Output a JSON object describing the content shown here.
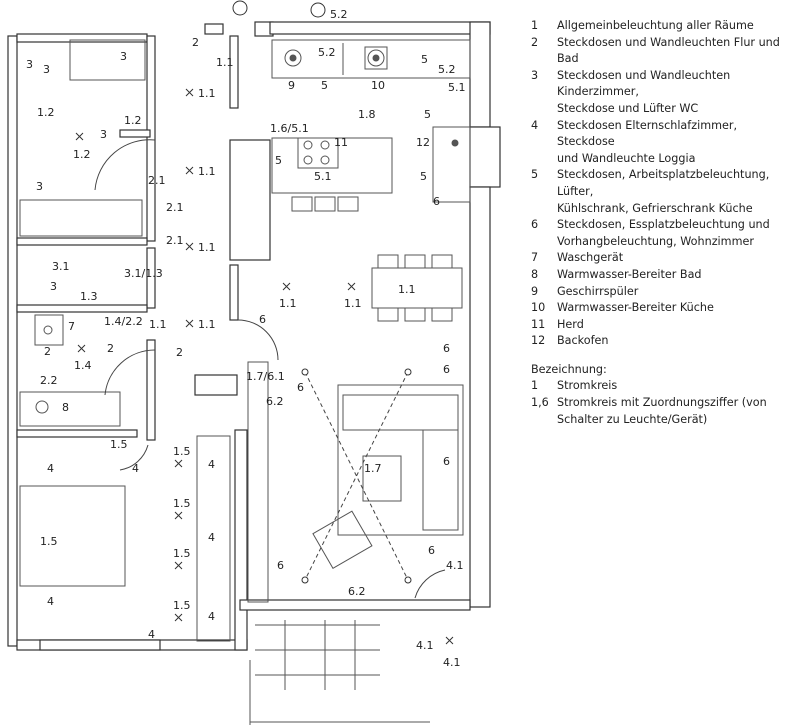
{
  "legend": {
    "items": [
      {
        "num": "1",
        "text": "Allgemeinbeleuchtung aller Räume"
      },
      {
        "num": "2",
        "text": "Steckdosen und Wandleuchten Flur und Bad"
      },
      {
        "num": "3",
        "text": "Steckdosen und Wandleuchten",
        "more": [
          "Kinderzimmer,",
          "Steckdose und Lüfter WC"
        ]
      },
      {
        "num": "4",
        "text": "Steckdosen Elternschlafzimmer, Steckdose",
        "more": [
          "und Wandleuchte Loggia"
        ]
      },
      {
        "num": "5",
        "text": "Steckdosen, Arbeitsplatzbeleuchtung, Lüfter,",
        "more": [
          "Kühlschrank, Gefrierschrank Küche"
        ]
      },
      {
        "num": "6",
        "text": "Steckdosen, Essplatzbeleuchtung und",
        "more": [
          "Vorhangbeleuchtung, Wohnzimmer"
        ]
      },
      {
        "num": "7",
        "text": "Waschgerät"
      },
      {
        "num": "8",
        "text": "Warmwasser-Bereiter Bad"
      },
      {
        "num": "9",
        "text": "Geschirrspüler"
      },
      {
        "num": "10",
        "text": "Warmwasser-Bereiter Küche"
      },
      {
        "num": "11",
        "text": "Herd"
      },
      {
        "num": "12",
        "text": "Backofen"
      }
    ],
    "bezeichnung_title": "Bezeichnung:",
    "bezeichnung": [
      {
        "num": "1",
        "text": "Stromkreis"
      },
      {
        "num": "1,6",
        "text": "Stromkreis mit Zuordnungsziffer (von",
        "more": [
          "Schalter zu Leuchte/Gerät)"
        ]
      }
    ]
  },
  "plan_labels": {
    "top_5_2": "5.2",
    "l_2_entry": "2",
    "l_1_1_entry": "1.1",
    "k_5_2": "5.2",
    "k_5": "5",
    "k_9": "9",
    "k_10": "10",
    "k_5_top_right": "5",
    "k_5_2_right": "5.2",
    "k_5_1_right": "5.1",
    "k_1_8": "1.8",
    "k_5_mid": "5",
    "k_1_6_5_1": "1.6/5.1",
    "k_11": "11",
    "k_5_island": "5",
    "k_5_1_island": "5.1",
    "k_12": "12",
    "k_5_oven": "5",
    "k_6_right": "6",
    "kz_3a": "3",
    "kz_3b": "3",
    "kz_3c": "3",
    "kz_3d": "3",
    "kz_1_2a": "1.2",
    "kz_1_2b": "1.2",
    "kz_1_2c": "1.2",
    "kz_3_wall": "3",
    "f_1_1a": "1.1",
    "f_2_1": "2.1",
    "f_1_1b": "1.1",
    "f_2_1b": "2.1",
    "f_2_1c": "2.1",
    "f_1_1c": "1.1",
    "wc_3_1": "3.1",
    "wc_3": "3",
    "wc_3_1_3": "3.1/1.3",
    "wc_1_3": "1.3",
    "b_7": "7",
    "b_2": "2",
    "b_1_4": "1.4",
    "b_2_2": "2.2",
    "b_8": "8",
    "b_1_4_2_2": "1.4/2.2",
    "b_2_sw": "2",
    "f_1_1d": "1.1",
    "f_2_lower": "2",
    "f_1_1e": "1.1",
    "d_1_1": "1.1",
    "d_6": "6",
    "d_1_1b": "1.1",
    "d_1_1_table": "1.1",
    "w_1_7_6_1": "1.7/6.1",
    "w_6_sock": "6",
    "w_6_2": "6.2",
    "w_6a": "6",
    "w_6b": "6",
    "w_6c": "6",
    "w_1_7": "1.7",
    "w_6d": "6",
    "w_4_1": "4.1",
    "w_6_2_bottom": "6.2",
    "w_6_left": "6",
    "s_1_5a": "1.5",
    "s_4a": "4",
    "s_1_5b": "1.5",
    "s_4b": "4",
    "s_1_5c": "1.5",
    "s_1_5d": "1.5",
    "s_1_5e": "1.5",
    "s_1_5f": "1.5",
    "s_4c": "4",
    "s_4_wardrobe_a": "4",
    "s_4_wardrobe_b": "4",
    "s_4_wardrobe_c": "4",
    "lg_4_1a": "4.1",
    "lg_4_1b": "4.1"
  }
}
